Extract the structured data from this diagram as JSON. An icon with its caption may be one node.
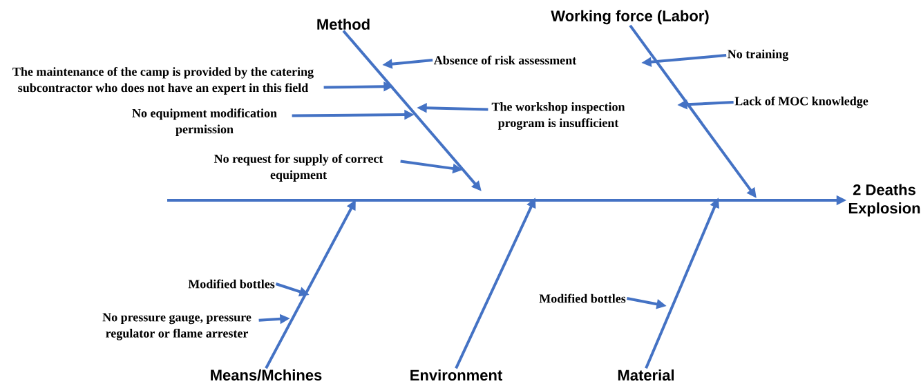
{
  "diagram": {
    "nodes": [
      {
        "text": [
          "Method"
        ]
      },
      {
        "text": [
          "Working force (Labor)"
        ]
      },
      {
        "text": [
          "Absence of risk assessment"
        ]
      },
      {
        "text": [
          "No training"
        ]
      },
      {
        "text": [
          "The maintenance of the camp is provided by the catering subcontractor who does not have an expert in this field"
        ]
      },
      {
        "text": [
          "Lack of MOC  knowledge"
        ]
      },
      {
        "text": [
          "No equipment modification permission"
        ]
      },
      {
        "text": [
          "The workshop inspection program is insufficient"
        ]
      },
      {
        "text": [
          "No request for supply of correct equipment"
        ]
      },
      {
        "text": [
          "2 Deaths Explosion"
        ]
      },
      {
        "text": [
          "Modified bottles"
        ]
      },
      {
        "text": [
          "Modified bottles"
        ]
      },
      {
        "text": [
          "No pressure gauge, pressure regulator or flame arrester"
        ]
      },
      {
        "text": [
          "Means/Mchines"
        ]
      },
      {
        "text": [
          "Environment"
        ]
      },
      {
        "text": [
          "Material"
        ]
      }
    ],
    "edges": [
      {
        "from": null,
        "to": 9,
        "arrow": "to"
      },
      {
        "from": 0,
        "to": null,
        "arrow": "to"
      },
      {
        "from": 1,
        "to": null,
        "arrow": "to"
      },
      {
        "from": 2,
        "to": null,
        "arrow": "to"
      },
      {
        "from": 3,
        "to": null,
        "arrow": "to"
      },
      {
        "from": 4,
        "to": null,
        "arrow": "to"
      },
      {
        "from": 5,
        "to": null,
        "arrow": "to"
      },
      {
        "from": 6,
        "to": null,
        "arrow": "to"
      },
      {
        "from": 7,
        "to": null,
        "arrow": "to"
      },
      {
        "from": 8,
        "to": null,
        "arrow": "to"
      },
      {
        "from": 10,
        "to": null,
        "arrow": "to"
      },
      {
        "from": 11,
        "to": null,
        "arrow": "to"
      },
      {
        "from": 12,
        "to": null,
        "arrow": "to"
      },
      {
        "from": 13,
        "to": null,
        "arrow": "to"
      },
      {
        "from": 14,
        "to": null,
        "arrow": "to"
      },
      {
        "from": 15,
        "to": null,
        "arrow": "to"
      }
    ]
  }
}
